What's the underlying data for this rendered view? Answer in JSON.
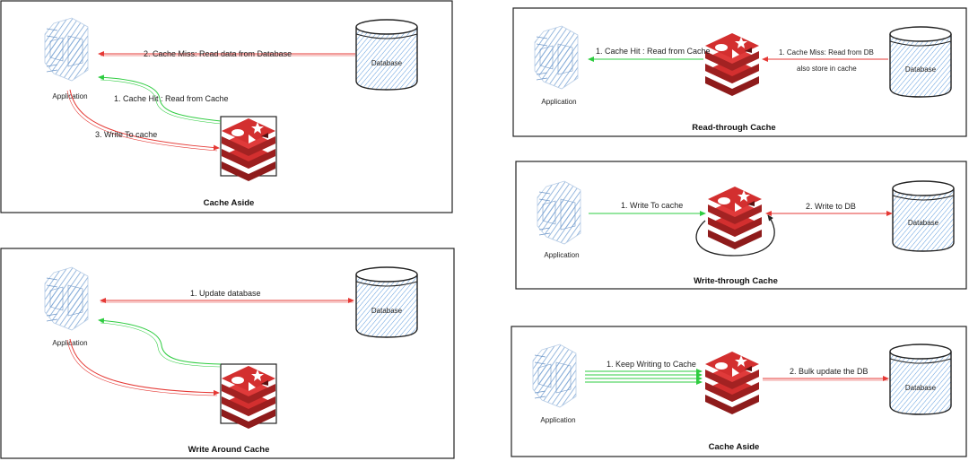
{
  "colors": {
    "read_arrow": "#e53935",
    "hit_arrow": "#2ecc40",
    "cache_red": "#c62828",
    "cache_dark": "#8e1b1b",
    "db_hatch": "#4a90d9",
    "app_hatch": "#7fa8d6"
  },
  "icons": {
    "application": "application-icon",
    "database": "database-icon",
    "cache": "redis-cache-icon"
  },
  "panels": {
    "cache_aside": {
      "title": "Cache Aside",
      "app_label": "Application",
      "db_label": "Database",
      "edges": {
        "miss": "2. Cache Miss: Read data from Database",
        "hit": "1. Cache Hit : Read from Cache",
        "write": "3. Write To cache"
      }
    },
    "write_around": {
      "title": "Write Around Cache",
      "app_label": "Application",
      "db_label": "Database",
      "edges": {
        "update": "1. Update database"
      }
    },
    "read_through": {
      "title": "Read-through Cache",
      "app_label": "Application",
      "db_label": "Database",
      "edges": {
        "hit": "1. Cache Hit : Read from Cache",
        "miss_line1": "1. Cache Miss: Read from DB",
        "miss_line2": "also store in cache"
      }
    },
    "write_through": {
      "title": "Write-through Cache",
      "app_label": "Application",
      "db_label": "Database",
      "edges": {
        "write_cache": "1. Write To cache",
        "write_db": "2. Write to DB"
      }
    },
    "write_behind": {
      "title": "Cache Aside",
      "app_label": "Application",
      "db_label": "Database",
      "edges": {
        "keep_writing": "1. Keep Writing to Cache",
        "bulk": "2. Bulk update the DB"
      }
    }
  }
}
